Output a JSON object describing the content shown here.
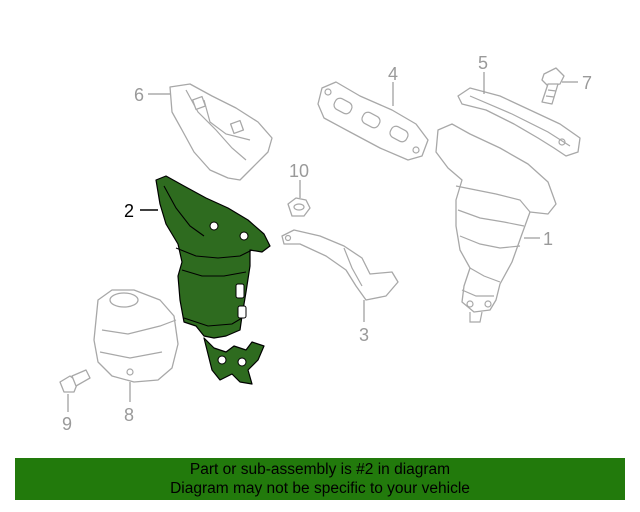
{
  "callouts": {
    "c1": "1",
    "c2": "2",
    "c3": "3",
    "c4": "4",
    "c5": "5",
    "c6": "6",
    "c7": "7",
    "c8": "8",
    "c9": "9",
    "c10": "10"
  },
  "highlighted_part": "2",
  "colors": {
    "highlight_fill": "#2e6b1f",
    "banner_background": "#227a0c",
    "part_outline": "#a8a8a8"
  },
  "banner": {
    "line1": "Part or sub-assembly is #2 in diagram",
    "line2": "Diagram may not be specific to your vehicle"
  }
}
